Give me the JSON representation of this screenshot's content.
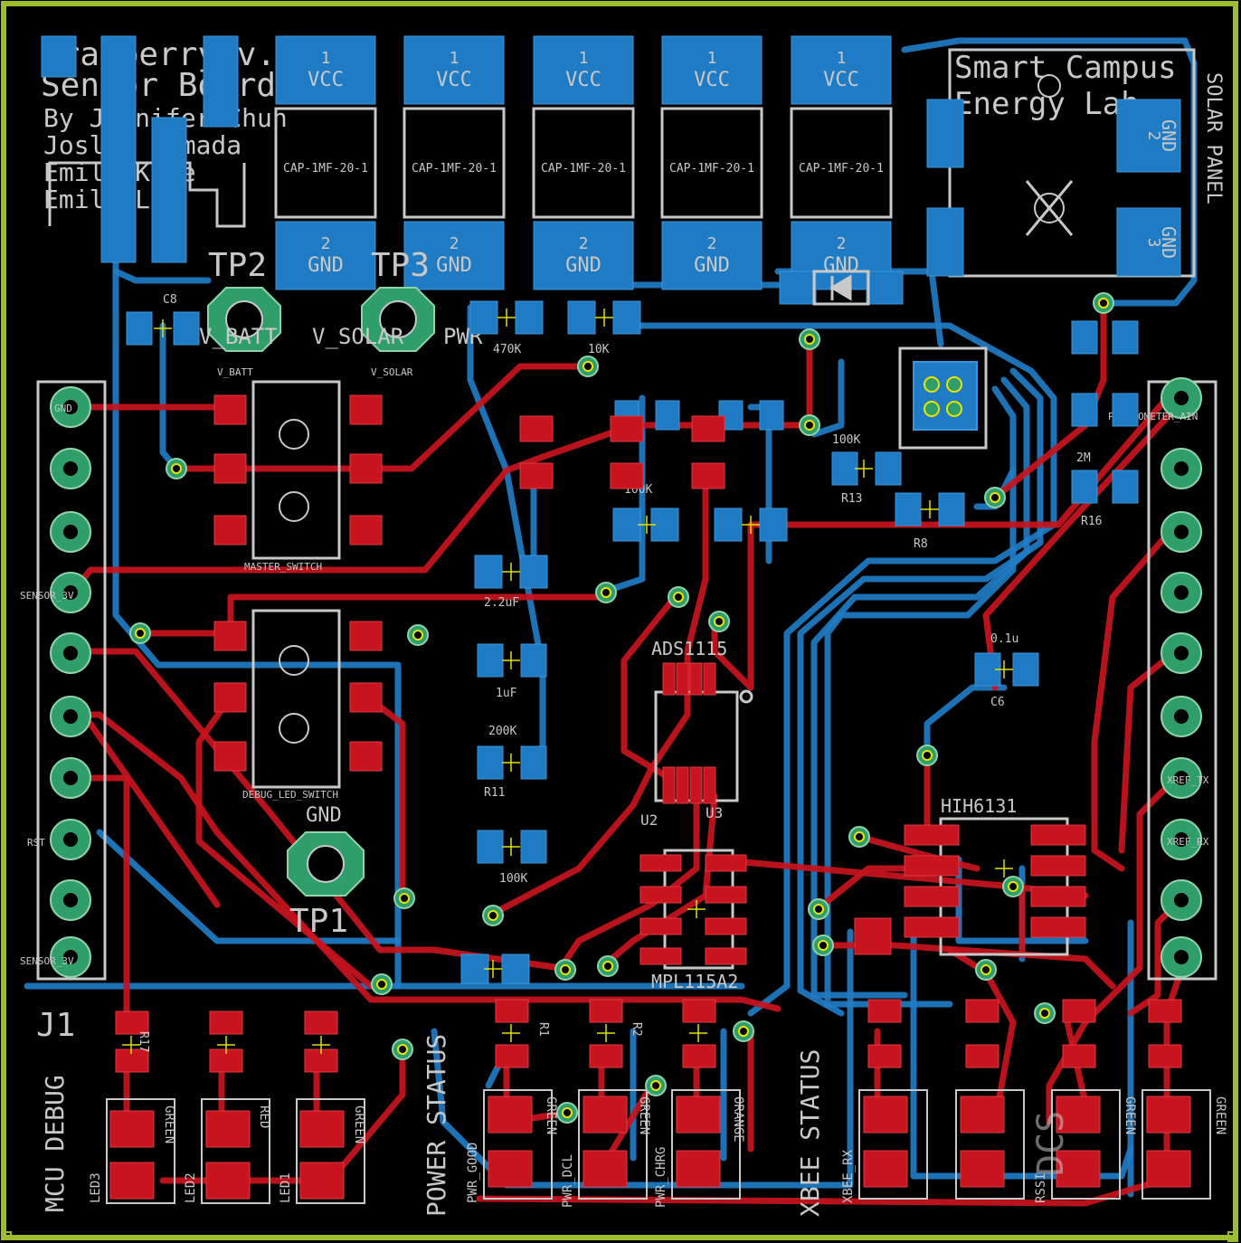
{
  "board": {
    "title_lines": [
      "Cranberry v.4.1.1",
      "Sensor Board"
    ],
    "author_lines": [
      "By Jennifer Chun",
      "Joslyn Hamada",
      "Emily Kane",
      "Emily Lum"
    ],
    "lab_lines": [
      "Smart Campus",
      "Energy Lab"
    ],
    "colors": {
      "outline": "#9cbd2e",
      "top_copper": "#c8141e",
      "bottom_copper": "#1f7cc4",
      "silkscreen": "#c8c8c8",
      "via": "#2f9e6a",
      "background": "#000000"
    }
  },
  "test_points": {
    "tp1": "TP1",
    "tp2": "TP2",
    "tp3": "TP3",
    "tp1_net": "GND",
    "tp2_net": "V_BATT",
    "tp3_net": "V_SOLAR",
    "pwr_label": "PWR",
    "vbatt_small": "V_BATT",
    "vsolar_small": "V_SOLAR"
  },
  "capacitors": {
    "pin1": "1",
    "pin2": "2",
    "vcc": "VCC",
    "gnd": "GND",
    "part": "CAP-1MF-20-1"
  },
  "solar": {
    "label": "SOLAR PANEL",
    "pin2": "2",
    "pin3": "3",
    "gnd": "GND"
  },
  "switches": {
    "master": "MASTER_SWITCH",
    "debug": "DEBUG_LED_SWITCH"
  },
  "chips": {
    "ads": "ADS1115",
    "mpl": "MPL115A2",
    "hih": "HIH6131",
    "u2": "U2",
    "u3": "U3"
  },
  "resistor_values": {
    "r_470k": "470K",
    "r_100k_a": "100K",
    "r_100k_b": "100K",
    "r_100k_c": "100K",
    "r_200k": "200K",
    "r_2m": "2M",
    "r_10k": "10K",
    "c_2_2uf": "2.2uF",
    "c_1uf": "1uF",
    "c_01u": "0.1u",
    "r11": "R11",
    "r13": "R13",
    "r8": "R8",
    "r16": "R16",
    "c8": "C8",
    "c6": "C6",
    "r17": "R17",
    "r1": "R1",
    "r2": "R2"
  },
  "headers": {
    "j1": "J1",
    "mcu_debug": "MCU DEBUG",
    "power_status": "POWER STATUS",
    "xbee_status": "XBEE STATUS",
    "left_pins": [
      "GND",
      "",
      "",
      "SENSOR_3V",
      "",
      "",
      "",
      "RST",
      "",
      "SENSOR_3V"
    ],
    "right_pins": [
      "PYRANOMETER_AIN",
      "",
      "",
      "",
      "",
      "",
      "",
      "XREF_TX",
      "XREF_RX",
      "",
      ""
    ]
  },
  "leds": {
    "led1": "LED1",
    "led2": "LED2",
    "led3": "LED3",
    "green": "GREEN",
    "red": "RED",
    "orange": "ORANGE",
    "pwr_good": "PWR_GOOD",
    "pwr_chrg": "PWR_CHRG",
    "pwr_dcl": "PWR_DCL",
    "xbee_rx": "XBEE_RX",
    "rssi": "RSSI",
    "dcs": "DCS"
  }
}
